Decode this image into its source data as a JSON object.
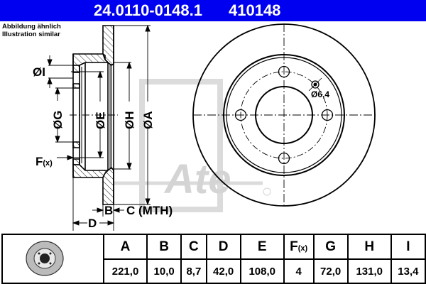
{
  "header": {
    "part_number": "24.0110-0148.1",
    "ref_code": "410148",
    "bg_color": "#0000f0"
  },
  "note": {
    "line1": "Abbildung ähnlich",
    "line2": "Illustration similar"
  },
  "drawing": {
    "labels": {
      "I": "ØI",
      "G": "ØG",
      "E": "ØE",
      "H": "ØH",
      "A": "ØA",
      "F": "F",
      "F_sub": "(x)",
      "B": "B",
      "C": "C (MTH)",
      "D": "D",
      "hole_dia": "Ø6,4"
    },
    "watermark": "Ate"
  },
  "table": {
    "headers": [
      "A",
      "B",
      "C",
      "D",
      "E",
      "F",
      "G",
      "H",
      "I"
    ],
    "f_suffix": "(x)",
    "values": [
      "221,0",
      "10,0",
      "8,7",
      "42,0",
      "108,0",
      "4",
      "72,0",
      "131,0",
      "13,4"
    ]
  }
}
